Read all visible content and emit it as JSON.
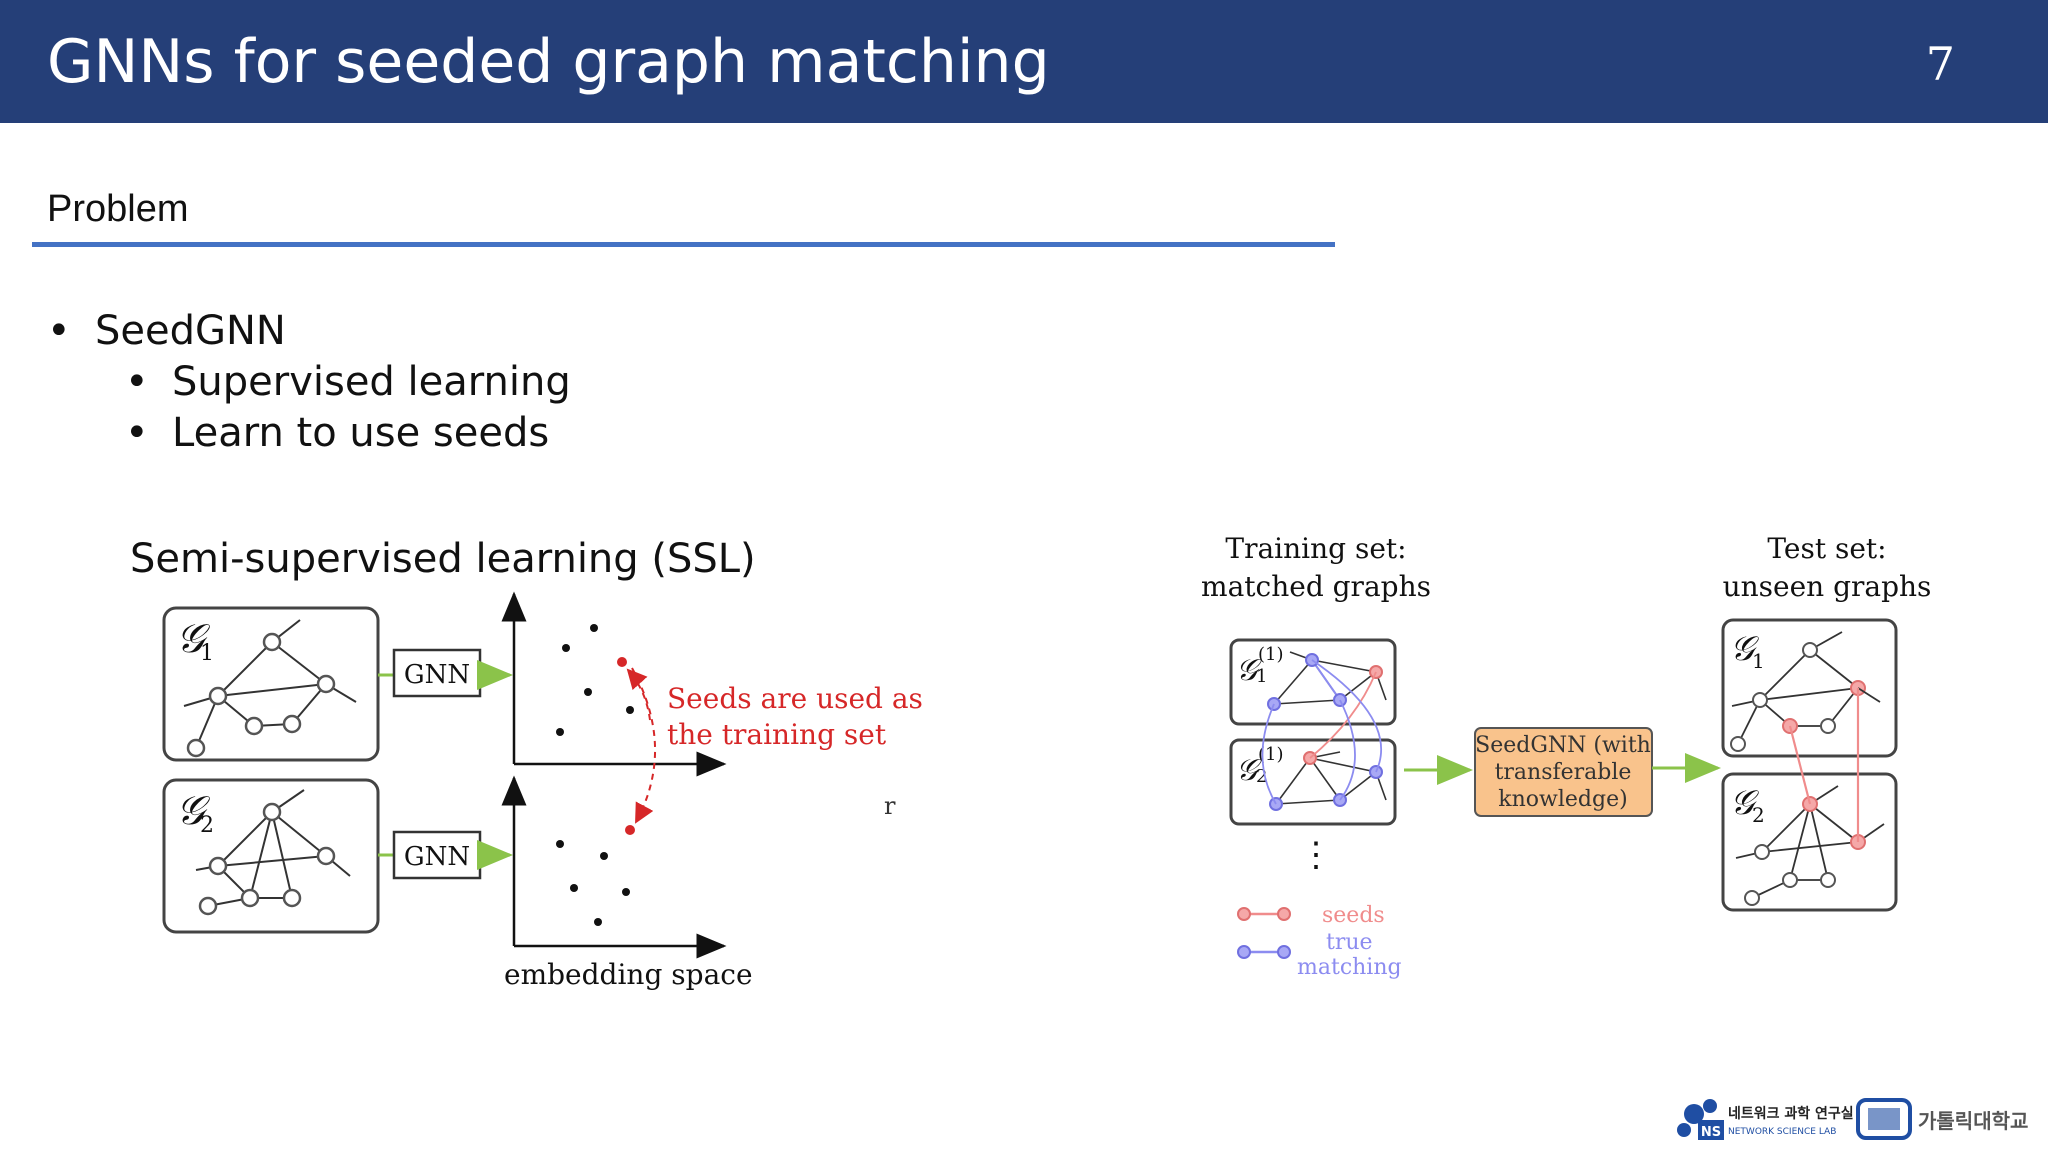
{
  "header": {
    "title": "GNNs for seeded graph matching",
    "page_number": "7"
  },
  "section": {
    "title": "Problem"
  },
  "bullets": {
    "main": "SeedGNN",
    "sub": [
      "Supervised learning",
      "Learn to use seeds"
    ]
  },
  "figure_left": {
    "title": "Semi-supervised learning (SSL)",
    "graph1_label": "𝒢",
    "graph1_sub": "1",
    "graph2_label": "𝒢",
    "graph2_sub": "2",
    "gnn_label_1": "GNN",
    "gnn_label_2": "GNN",
    "annotation_line1": "Seeds are used as",
    "annotation_line2": "the training set",
    "axis_label": "embedding space",
    "stray_mark": "r",
    "annotation_color": "#d62728"
  },
  "figure_right": {
    "train_heading_line1": "Training set:",
    "train_heading_line2": "matched graphs",
    "test_heading_line1": "Test set:",
    "test_heading_line2": "unseen graphs",
    "train_g1_label": "𝒢",
    "train_g1_sup": "(1)",
    "train_g1_sub": "1",
    "train_g2_label": "𝒢",
    "train_g2_sup": "(1)",
    "train_g2_sub": "2",
    "test_g1_label": "𝒢",
    "test_g1_sub": "1",
    "test_g2_label": "𝒢",
    "test_g2_sub": "2",
    "seedgnn_line1": "SeedGNN (with",
    "seedgnn_line2": "transferable",
    "seedgnn_line3": "knowledge)",
    "ellipsis": "⋮",
    "legend_seeds": "seeds",
    "legend_true_line1": "true",
    "legend_true_line2": "matching",
    "seed_color": "#f08c8c",
    "true_matching_color": "#8c8cf0",
    "box_fill": "#f9c38c"
  },
  "footer": {
    "lab_name_kr": "네트워크 과학 연구실",
    "lab_name_en": "NETWORK SCIENCE LAB",
    "lab_abbrev": "NS",
    "univ_name_kr": "가톨릭대학교"
  }
}
